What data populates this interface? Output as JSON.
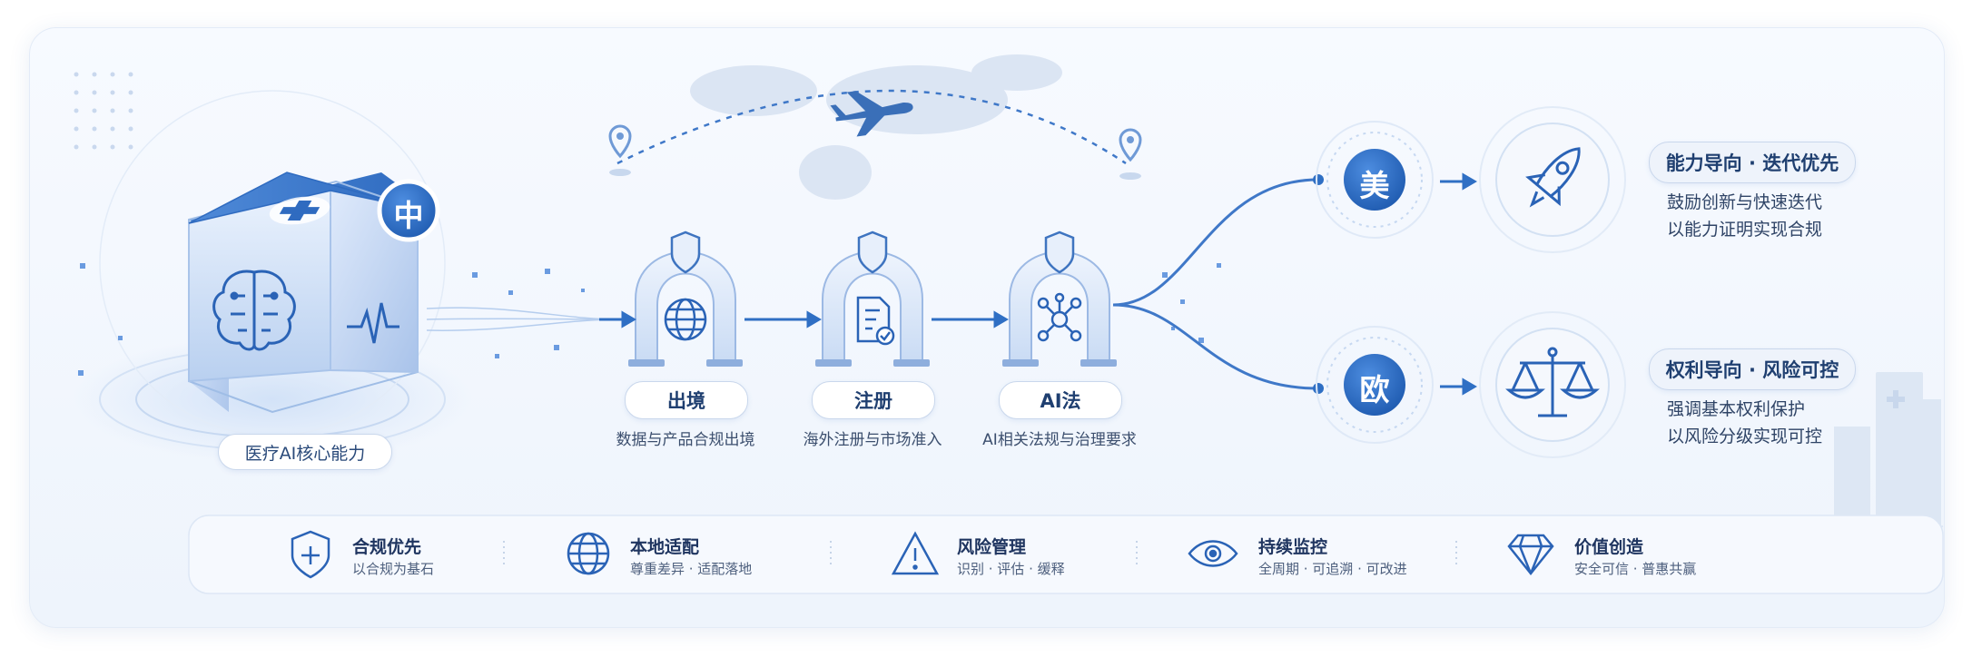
{
  "core": {
    "label": "医疗AI核心能力",
    "badge": "中"
  },
  "stages": [
    {
      "label": "出境",
      "subtitle": "数据与产品合规出境",
      "icon": "globe-icon"
    },
    {
      "label": "注册",
      "subtitle": "海外注册与市场准入",
      "icon": "document-check-icon"
    },
    {
      "label": "AI法",
      "subtitle": "AI相关法规与治理要求",
      "icon": "network-icon"
    }
  ],
  "regions": [
    {
      "badge": "美",
      "icon": "rocket-icon",
      "title": "能力导向 · 迭代优先",
      "line1": "鼓励创新与快速迭代",
      "line2": "以能力证明实现合规"
    },
    {
      "badge": "欧",
      "icon": "scales-icon",
      "title": "权利导向 · 风险可控",
      "line1": "强调基本权利保护",
      "line2": "以风险分级实现可控"
    }
  ],
  "principles": [
    {
      "icon": "shield-plus-icon",
      "title": "合规优先",
      "subtitle": "以合规为基石"
    },
    {
      "icon": "globe-icon",
      "title": "本地适配",
      "subtitle": "尊重差异 · 适配落地"
    },
    {
      "icon": "warning-icon",
      "title": "风险管理",
      "subtitle": "识别 · 评估 · 缓释"
    },
    {
      "icon": "eye-icon",
      "title": "持续监控",
      "subtitle": "全周期 · 可追溯 · 可改进"
    },
    {
      "icon": "diamond-icon",
      "title": "价值创造",
      "subtitle": "安全可信 · 普惠共赢"
    }
  ],
  "colors": {
    "primary": "#2f6fc4",
    "dark": "#1f3f70",
    "light": "#dbe7f7"
  }
}
